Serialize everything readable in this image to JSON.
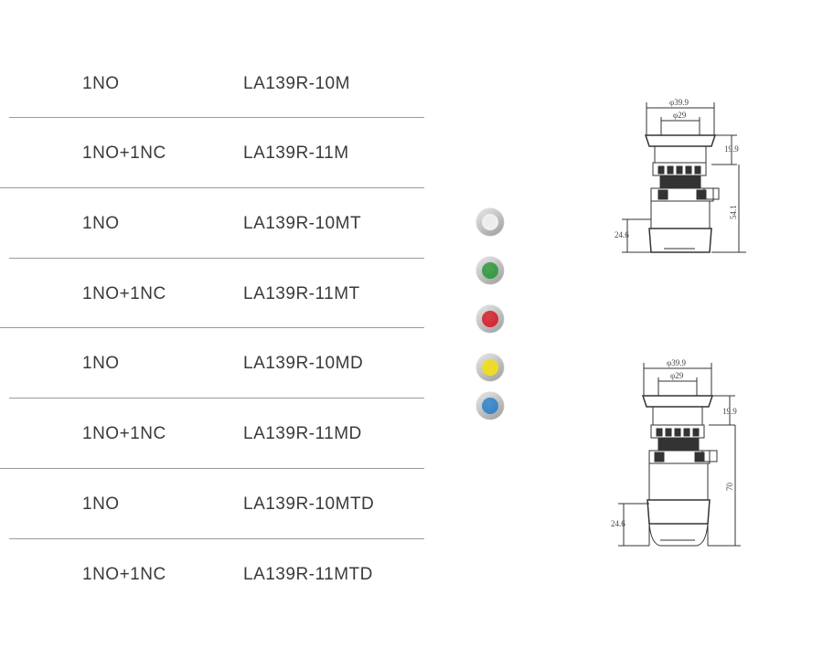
{
  "rows": [
    {
      "contact": "1NO",
      "model": "LA139R-10M"
    },
    {
      "contact": "1NO+1NC",
      "model": "LA139R-11M"
    },
    {
      "contact": "1NO",
      "model": "LA139R-10MT"
    },
    {
      "contact": "1NO+1NC",
      "model": "LA139R-11MT"
    },
    {
      "contact": "1NO",
      "model": "LA139R-10MD"
    },
    {
      "contact": "1NO+1NC",
      "model": "LA139R-11MD"
    },
    {
      "contact": "1NO",
      "model": "LA139R-10MTD"
    },
    {
      "contact": "1NO+1NC",
      "model": "LA139R-11MTD"
    }
  ],
  "color_options": [
    {
      "name": "white",
      "color": "#f4f4f4"
    },
    {
      "name": "green",
      "color": "#2e9a3c"
    },
    {
      "name": "red",
      "color": "#d8202a"
    },
    {
      "name": "yellow",
      "color": "#f3df14"
    },
    {
      "name": "blue",
      "color": "#2f83c9"
    }
  ],
  "drawing_top": {
    "outer_dia": "φ39.9",
    "inner_dia": "φ29",
    "head_h": "19.9",
    "total_h": "54.1",
    "body_h": "24.6"
  },
  "drawing_bottom": {
    "outer_dia": "φ39.9",
    "inner_dia": "φ29",
    "head_h": "19.9",
    "total_h": "70",
    "body_h": "24.6"
  }
}
